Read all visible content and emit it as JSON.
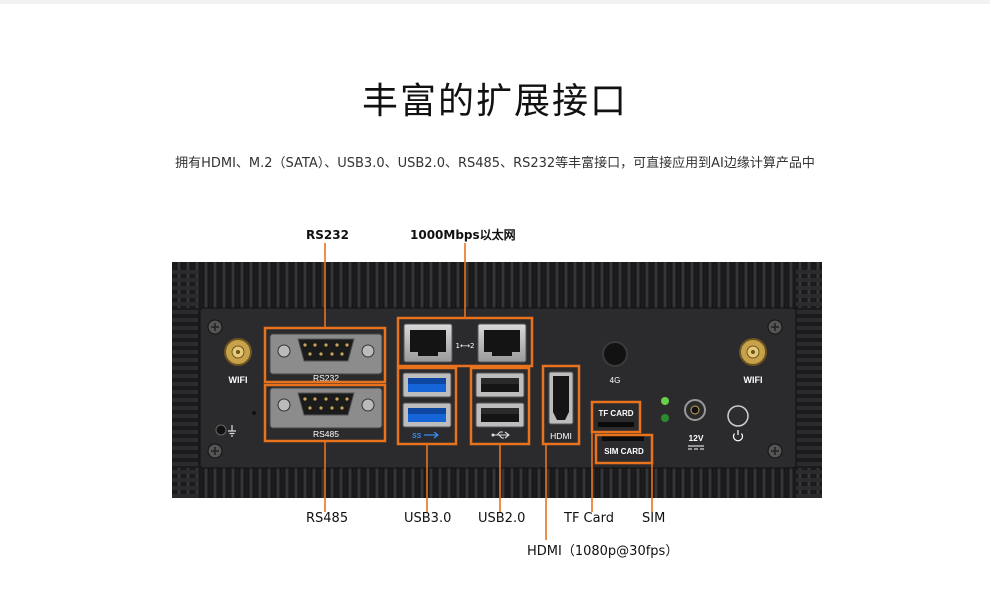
{
  "heading": {
    "title": "丰富的扩展接口",
    "subtitle": "拥有HDMI、M.2（SATA）、USB3.0、USB2.0、RS485、RS232等丰富接口，可直接应用到AI边缘计算产品中"
  },
  "callouts": {
    "rs232": "RS232",
    "ethernet": "1000Mbps以太网",
    "rs485": "RS485",
    "usb30": "USB3.0",
    "usb20": "USB2.0",
    "tf": "TF Card",
    "sim": "SIM",
    "hdmi": "HDMI（1080p@30fps）"
  },
  "panel_text": {
    "wifi_left": "WIFI",
    "wifi_right": "WIFI",
    "rs232": "RS232",
    "rs485": "RS485",
    "lan_link": "1⟷2",
    "antenna_4g": "4G",
    "hdmi": "HDMI",
    "tf_card": "TF CARD",
    "sim_card": "SIM CARD",
    "power_12v": "12V"
  },
  "colors": {
    "accent": "#e8731c",
    "chassis": "#2a2a2d",
    "fins": "#1e1e20"
  }
}
